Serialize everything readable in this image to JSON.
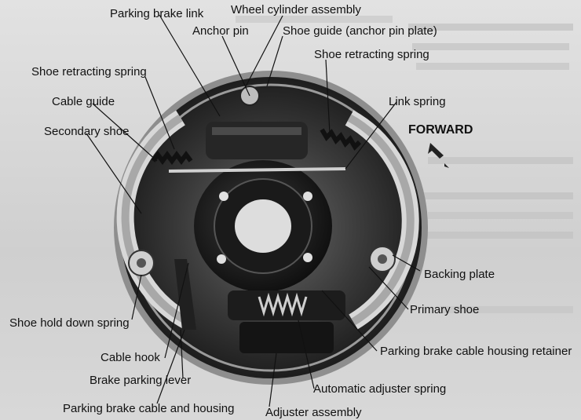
{
  "figure": {
    "forward_label": "FORWARD",
    "callouts": {
      "parking_brake_link": "Parking brake link",
      "wheel_cylinder_assembly": "Wheel cylinder assembly",
      "anchor_pin": "Anchor pin",
      "shoe_guide": "Shoe guide (anchor pin plate)",
      "shoe_retracting_spring_left": "Shoe retracting spring",
      "shoe_retracting_spring_right": "Shoe retracting spring",
      "cable_guide": "Cable guide",
      "link_spring": "Link spring",
      "secondary_shoe": "Secondary shoe",
      "backing_plate": "Backing plate",
      "primary_shoe": "Primary shoe",
      "shoe_hold_down_spring": "Shoe hold down spring",
      "cable_hook": "Cable hook",
      "parking_brake_cable_housing_retainer": "Parking brake cable housing retainer",
      "brake_parking_lever": "Brake parking lever",
      "automatic_adjuster_spring": "Automatic adjuster spring",
      "parking_brake_cable_and_housing": "Parking brake cable and housing",
      "adjuster_assembly": "Adjuster assembly"
    }
  },
  "colors": {
    "ink": "#111111",
    "paper": "#dcdcdc",
    "metal_dark": "#1e1e1e",
    "metal_light": "#bdbdbd"
  }
}
